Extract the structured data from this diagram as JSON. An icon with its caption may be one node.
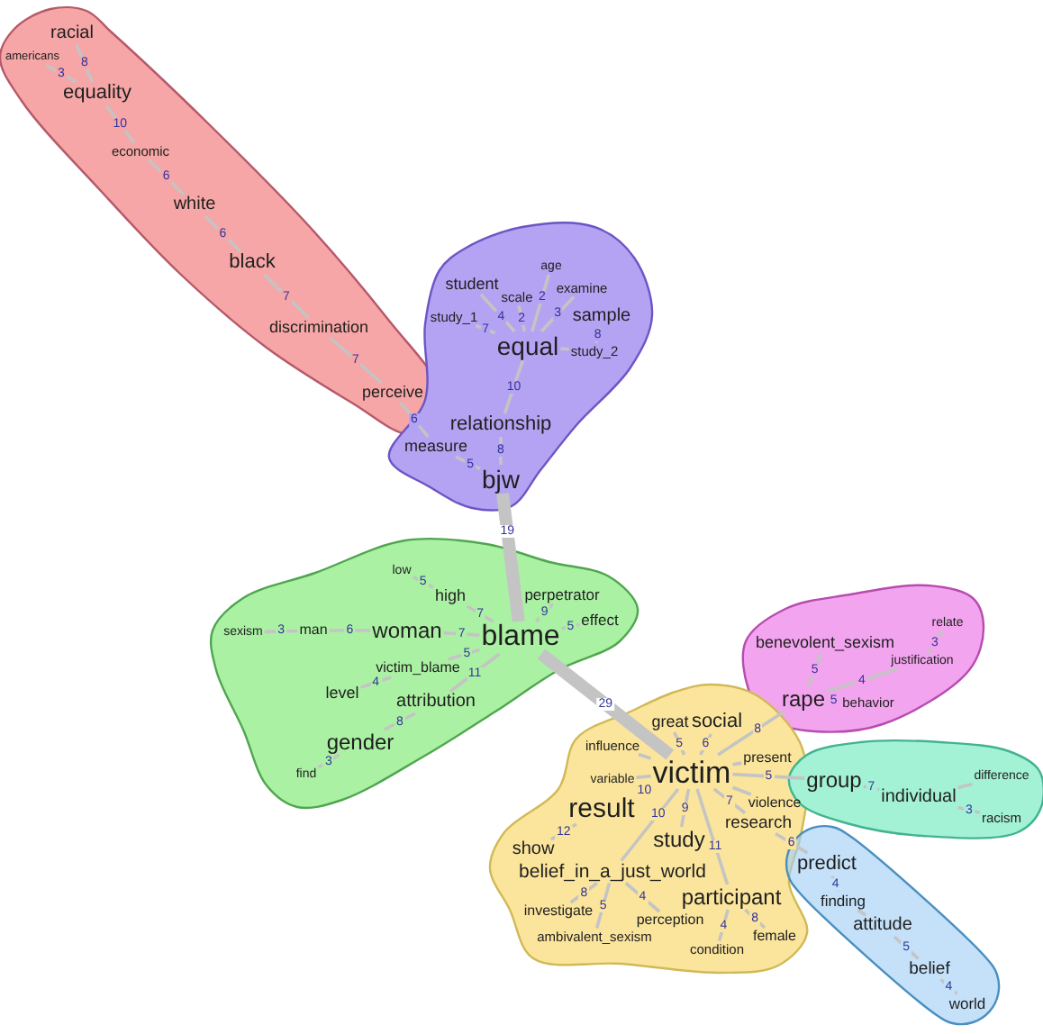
{
  "diagram": {
    "nodes": [
      {
        "text": [],
        "shape": "blob"
      },
      {
        "text": [
          "racial"
        ],
        "in": 0
      },
      {
        "text": [
          "americans"
        ],
        "in": 0
      },
      {
        "text": [
          "equality"
        ],
        "in": 0
      },
      {
        "text": [
          "economic"
        ],
        "in": 0
      },
      {
        "text": [
          "white"
        ],
        "in": 0
      },
      {
        "text": [
          "black"
        ],
        "in": 0
      },
      {
        "text": [
          "discrimination"
        ],
        "in": 0
      },
      {
        "text": [
          "perceive"
        ],
        "in": 0
      },
      {
        "text": [],
        "shape": "blob"
      },
      {
        "text": [
          "age"
        ],
        "in": 9
      },
      {
        "text": [
          "student"
        ],
        "in": 9
      },
      {
        "text": [
          "examine"
        ],
        "in": 9
      },
      {
        "text": [
          "scale"
        ],
        "in": 9
      },
      {
        "text": [
          "study_1"
        ],
        "in": 9
      },
      {
        "text": [
          "sample"
        ],
        "in": 9
      },
      {
        "text": [
          "study_2"
        ],
        "in": 9
      },
      {
        "text": [
          "equal"
        ],
        "in": 9
      },
      {
        "text": [
          "relationship"
        ],
        "in": 9
      },
      {
        "text": [
          "measure"
        ],
        "in": 9
      },
      {
        "text": [
          "bjw"
        ],
        "in": 9
      },
      {
        "text": [],
        "shape": "blob"
      },
      {
        "text": [
          "low"
        ],
        "in": 21
      },
      {
        "text": [
          "high"
        ],
        "in": 21
      },
      {
        "text": [
          "perpetrator"
        ],
        "in": 21
      },
      {
        "text": [
          "effect"
        ],
        "in": 21
      },
      {
        "text": [
          "sexism"
        ],
        "in": 21
      },
      {
        "text": [
          "man"
        ],
        "in": 21
      },
      {
        "text": [
          "woman"
        ],
        "in": 21
      },
      {
        "text": [
          "blame"
        ],
        "in": 21
      },
      {
        "text": [
          "victim_blame"
        ],
        "in": 21
      },
      {
        "text": [
          "level"
        ],
        "in": 21
      },
      {
        "text": [
          "attribution"
        ],
        "in": 21
      },
      {
        "text": [
          "gender"
        ],
        "in": 21
      },
      {
        "text": [
          "find"
        ],
        "in": 21
      },
      {
        "text": [],
        "shape": "blob"
      },
      {
        "text": [
          "relate"
        ],
        "in": 35
      },
      {
        "text": [
          "benevolent_sexism"
        ],
        "in": 35
      },
      {
        "text": [
          "justification"
        ],
        "in": 35
      },
      {
        "text": [
          "rape"
        ],
        "in": 35
      },
      {
        "text": [
          "behavior"
        ],
        "in": 35
      },
      {
        "text": [],
        "shape": "blob"
      },
      {
        "text": [
          "great"
        ],
        "in": 41
      },
      {
        "text": [
          "social"
        ],
        "in": 41
      },
      {
        "text": [
          "influence"
        ],
        "in": 41
      },
      {
        "text": [
          "present"
        ],
        "in": 41
      },
      {
        "text": [
          "victim"
        ],
        "in": 41
      },
      {
        "text": [
          "violence"
        ],
        "in": 41
      },
      {
        "text": [
          "result"
        ],
        "in": 41
      },
      {
        "text": [
          "variable"
        ],
        "in": 41
      },
      {
        "text": [
          "show"
        ],
        "in": 41
      },
      {
        "text": [
          "research"
        ],
        "in": 41
      },
      {
        "text": [
          "study"
        ],
        "in": 41
      },
      {
        "text": [
          "belief_in_a_just_world"
        ],
        "in": 41
      },
      {
        "text": [
          "participant"
        ],
        "in": 41
      },
      {
        "text": [
          "investigate"
        ],
        "in": 41
      },
      {
        "text": [
          "perception"
        ],
        "in": 41
      },
      {
        "text": [
          "ambivalent_sexism"
        ],
        "in": 41
      },
      {
        "text": [
          "condition"
        ],
        "in": 41
      },
      {
        "text": [
          "female"
        ],
        "in": 41
      },
      {
        "text": [],
        "shape": "blob"
      },
      {
        "text": [
          "group"
        ],
        "in": 60
      },
      {
        "text": [
          "individual"
        ],
        "in": 60
      },
      {
        "text": [
          "difference"
        ],
        "in": 60
      },
      {
        "text": [
          "racism"
        ],
        "in": 60
      },
      {
        "text": [],
        "shape": "blob"
      },
      {
        "text": [
          "predict"
        ],
        "in": 65
      },
      {
        "text": [
          "finding"
        ],
        "in": 65
      },
      {
        "text": [
          "attitude"
        ],
        "in": 65
      },
      {
        "text": [
          "belief"
        ],
        "in": 65
      },
      {
        "text": [
          "world"
        ],
        "in": 65
      }
    ],
    "edges": [
      {
        "from": 1,
        "to": 3,
        "arrow": "none",
        "label": "8"
      },
      {
        "from": 2,
        "to": 3,
        "arrow": "none",
        "label": "3"
      },
      {
        "from": 3,
        "to": 4,
        "arrow": "none",
        "label": "10"
      },
      {
        "from": 4,
        "to": 5,
        "arrow": "none",
        "label": "6"
      },
      {
        "from": 5,
        "to": 6,
        "arrow": "none",
        "label": "6"
      },
      {
        "from": 6,
        "to": 7,
        "arrow": "none",
        "label": "7"
      },
      {
        "from": 7,
        "to": 8,
        "arrow": "none",
        "label": "7"
      },
      {
        "from": 8,
        "to": 19,
        "arrow": "none",
        "label": "6"
      },
      {
        "from": 14,
        "to": 17,
        "arrow": "none",
        "label": "7"
      },
      {
        "from": 11,
        "to": 17,
        "arrow": "none",
        "label": "4"
      },
      {
        "from": 13,
        "to": 17,
        "arrow": "none",
        "label": "2"
      },
      {
        "from": 10,
        "to": 17,
        "arrow": "none",
        "label": "2"
      },
      {
        "from": 12,
        "to": 17,
        "arrow": "none",
        "label": "3"
      },
      {
        "from": 15,
        "to": 16,
        "arrow": "none",
        "label": "8"
      },
      {
        "from": 16,
        "to": 17,
        "arrow": "none"
      },
      {
        "from": 17,
        "to": 18,
        "arrow": "none",
        "label": "10"
      },
      {
        "from": 18,
        "to": 20,
        "arrow": "none",
        "label": "8"
      },
      {
        "from": 19,
        "to": 20,
        "arrow": "none",
        "label": "5"
      },
      {
        "from": 20,
        "to": 29,
        "arrow": "none",
        "label": "19",
        "style": "thick"
      },
      {
        "from": 22,
        "to": 23,
        "arrow": "none",
        "label": "5"
      },
      {
        "from": 23,
        "to": 29,
        "arrow": "none",
        "label": "7"
      },
      {
        "from": 24,
        "to": 29,
        "arrow": "none",
        "label": "9"
      },
      {
        "from": 25,
        "to": 29,
        "arrow": "none",
        "label": "5"
      },
      {
        "from": 26,
        "to": 27,
        "arrow": "none",
        "label": "3"
      },
      {
        "from": 27,
        "to": 28,
        "arrow": "none",
        "label": "6"
      },
      {
        "from": 28,
        "to": 29,
        "arrow": "none",
        "label": "7"
      },
      {
        "from": 30,
        "to": 29,
        "arrow": "none",
        "label": "5"
      },
      {
        "from": 31,
        "to": 30,
        "arrow": "none",
        "label": "4"
      },
      {
        "from": 29,
        "to": 32,
        "arrow": "none",
        "label": "11"
      },
      {
        "from": 32,
        "to": 33,
        "arrow": "none",
        "label": "8"
      },
      {
        "from": 33,
        "to": 34,
        "arrow": "none",
        "label": "3"
      },
      {
        "from": 29,
        "to": 46,
        "arrow": "none",
        "label": "29",
        "style": "thick"
      },
      {
        "from": 46,
        "to": 39,
        "arrow": "none",
        "label": "8"
      },
      {
        "from": 39,
        "to": 37,
        "arrow": "none",
        "label": "5"
      },
      {
        "from": 39,
        "to": 38,
        "arrow": "none",
        "label": "4"
      },
      {
        "from": 39,
        "to": 40,
        "arrow": "none",
        "label": "5"
      },
      {
        "from": 38,
        "to": 36,
        "arrow": "none",
        "label": "3"
      },
      {
        "from": 42,
        "to": 46,
        "arrow": "none",
        "label": "5"
      },
      {
        "from": 43,
        "to": 46,
        "arrow": "none",
        "label": "6"
      },
      {
        "from": 44,
        "to": 46,
        "arrow": "none"
      },
      {
        "from": 45,
        "to": 46,
        "arrow": "none"
      },
      {
        "from": 46,
        "to": 47,
        "arrow": "none"
      },
      {
        "from": 46,
        "to": 48,
        "arrow": "none",
        "label": "10"
      },
      {
        "from": 49,
        "to": 46,
        "arrow": "none"
      },
      {
        "from": 48,
        "to": 50,
        "arrow": "none",
        "label": "12"
      },
      {
        "from": 46,
        "to": 51,
        "arrow": "none",
        "label": "7"
      },
      {
        "from": 46,
        "to": 52,
        "arrow": "none",
        "label": "9"
      },
      {
        "from": 46,
        "to": 53,
        "arrow": "none",
        "label": "10"
      },
      {
        "from": 46,
        "to": 54,
        "arrow": "none",
        "label": "11"
      },
      {
        "from": 53,
        "to": 55,
        "arrow": "none",
        "label": "8"
      },
      {
        "from": 53,
        "to": 56,
        "arrow": "none",
        "label": "4"
      },
      {
        "from": 53,
        "to": 57,
        "arrow": "none",
        "label": "5"
      },
      {
        "from": 54,
        "to": 58,
        "arrow": "none",
        "label": "4"
      },
      {
        "from": 54,
        "to": 59,
        "arrow": "none",
        "label": "8"
      },
      {
        "from": 51,
        "to": 66,
        "arrow": "none",
        "label": "6"
      },
      {
        "from": 66,
        "to": 67,
        "arrow": "none",
        "label": "4"
      },
      {
        "from": 67,
        "to": 68,
        "arrow": "none"
      },
      {
        "from": 68,
        "to": 69,
        "arrow": "none",
        "label": "5"
      },
      {
        "from": 69,
        "to": 70,
        "arrow": "none",
        "label": "4"
      },
      {
        "from": 46,
        "to": 61,
        "arrow": "none",
        "label": "5"
      },
      {
        "from": 61,
        "to": 62,
        "arrow": "none",
        "label": "7"
      },
      {
        "from": 62,
        "to": 63,
        "arrow": "none"
      },
      {
        "from": 62,
        "to": 64,
        "arrow": "none",
        "label": "3"
      }
    ]
  }
}
